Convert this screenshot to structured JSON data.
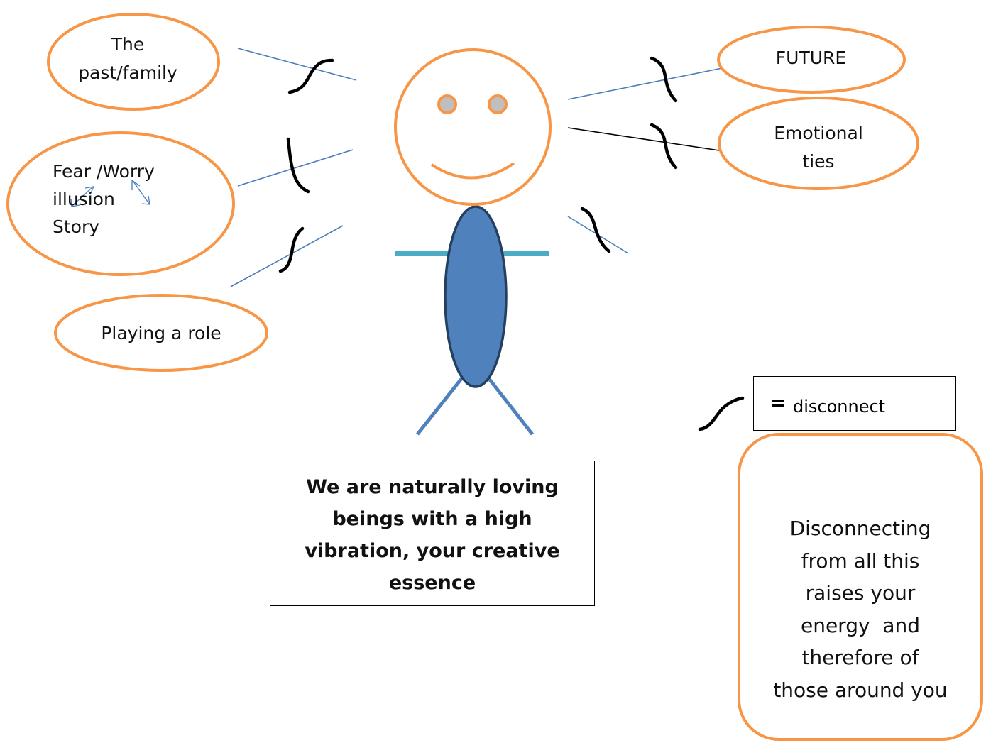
{
  "ellipses": {
    "past": [
      "The",
      "past/family"
    ],
    "fear": [
      "Fear /Worry",
      "illusion",
      "Story"
    ],
    "role": "Playing a role",
    "future": "FUTURE",
    "emotional": [
      "Emotional",
      "ties"
    ]
  },
  "legend": {
    "symbol": "=",
    "text": "disconnect"
  },
  "center_box": [
    "We are naturally loving",
    "beings with a high",
    "vibration, your creative",
    "essence"
  ],
  "right_box": [
    "Disconnecting",
    "from all this",
    "raises your",
    "energy  and",
    "therefore of",
    "those around you"
  ],
  "colors": {
    "orange": "#f79646",
    "blue": "#4f81bd",
    "line_blue": "#4a7ebb",
    "arm": "#4bacc6",
    "eye_fill": "#bfbfbf"
  }
}
